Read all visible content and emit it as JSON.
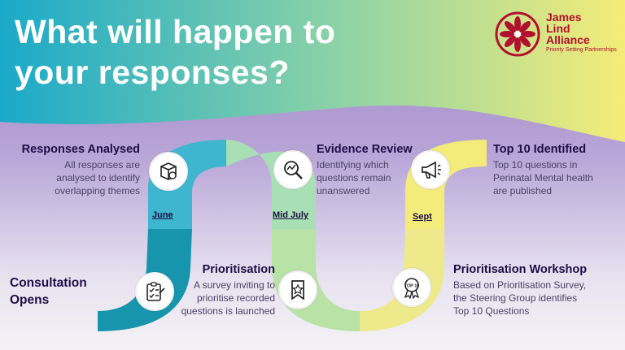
{
  "title": "What will happen to\nyour responses?",
  "logo": {
    "name_lines": [
      "James",
      "Lind",
      "Alliance"
    ],
    "subtitle": "Priority Setting Partnerships",
    "color": "#b2102f"
  },
  "colors": {
    "teal_light": "#3fb6cf",
    "teal_dark": "#1795ad",
    "green": "#a9dfa7",
    "yellow": "#f3ec7a",
    "heading": "#1f0e46"
  },
  "timeline": {
    "months": [
      "June",
      "Mid July",
      "Sept"
    ],
    "stages": [
      {
        "heading": "Consultation\nOpens",
        "body": "",
        "icon": "survey-clipboard-icon"
      },
      {
        "heading": "Responses Analysed",
        "body": "All responses are\nanalysed to identify\noverlapping themes",
        "icon": "box-refresh-icon"
      },
      {
        "heading": "Prioritisation",
        "body": "A survey inviting to\nprioritise recorded\nquestions is launched",
        "icon": "star-bookmark-icon"
      },
      {
        "heading": "Evidence Review",
        "body": "Identifying which\nquestions remain\nunanswered",
        "icon": "magnifier-chart-icon"
      },
      {
        "heading": "Prioritisation Workshop",
        "body": "Based on Prioritisation Survey,\nthe Steering Group identifies\nTop 10 Questions",
        "icon": "top10-medal-icon"
      },
      {
        "heading": "Top 10 Identified",
        "body": "Top 10 questions in\nPerinatal Mental health\nare published",
        "icon": "megaphone-icon"
      }
    ]
  }
}
